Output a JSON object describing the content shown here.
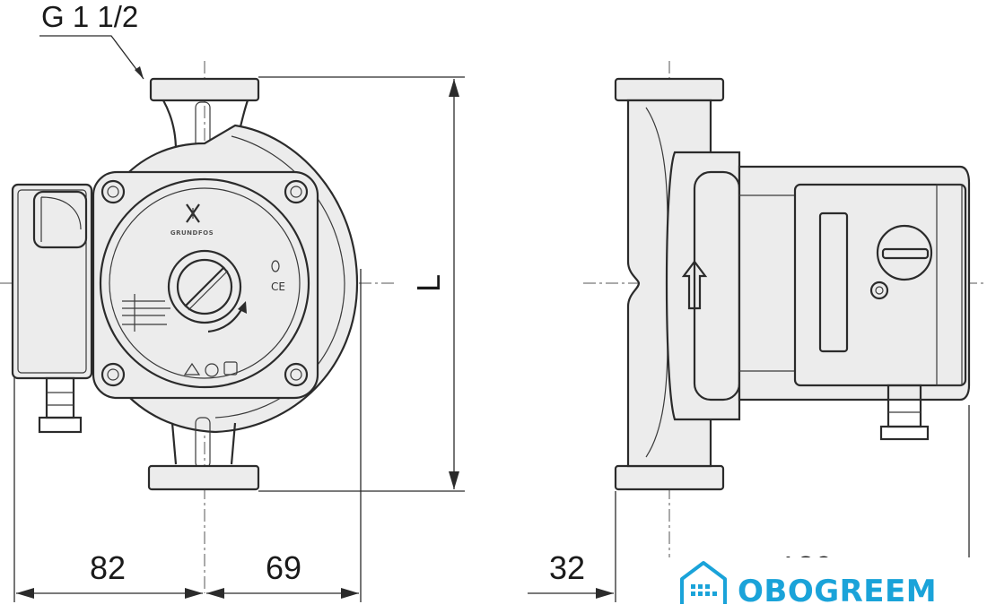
{
  "drawing": {
    "thread_label": "G 1 1/2",
    "length_label": "L",
    "dimensions": {
      "left_width": "82",
      "right_width": "69",
      "side_offset": "32",
      "side_depth": "130"
    },
    "pump_brand_mark": "GRUNDFOS",
    "ce_mark": "CE"
  },
  "watermark": {
    "brand": "OBOGREEM",
    "color": "#1aa3d9"
  }
}
